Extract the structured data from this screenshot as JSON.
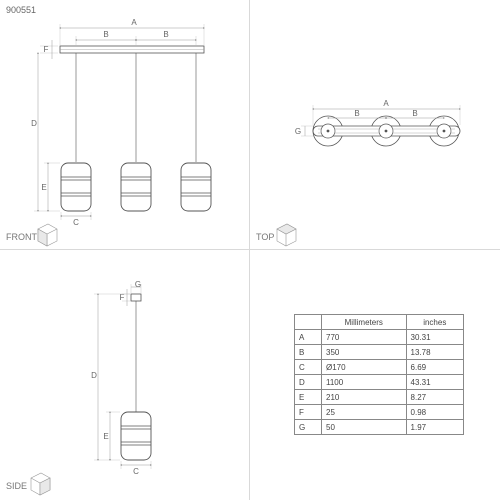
{
  "product_code": "900551",
  "views": {
    "front": "FRONT",
    "top": "TOP",
    "side": "SIDE"
  },
  "dims": {
    "A": "A",
    "B": "B",
    "C": "C",
    "D": "D",
    "E": "E",
    "F": "F",
    "G": "G"
  },
  "table": {
    "headers": [
      "",
      "Millimeters",
      "inches"
    ],
    "rows": [
      [
        "A",
        "770",
        "30.31"
      ],
      [
        "B",
        "350",
        "13.78"
      ],
      [
        "C",
        "Ø170",
        "6.69"
      ],
      [
        "D",
        "1100",
        "43.31"
      ],
      [
        "E",
        "210",
        "8.27"
      ],
      [
        "F",
        "25",
        "0.98"
      ],
      [
        "G",
        "50",
        "1.97"
      ]
    ]
  },
  "colors": {
    "line": "#555555",
    "dim_line": "#b0b0b0",
    "shade": "#9a9a9a",
    "grid": "#d9d9d9"
  }
}
